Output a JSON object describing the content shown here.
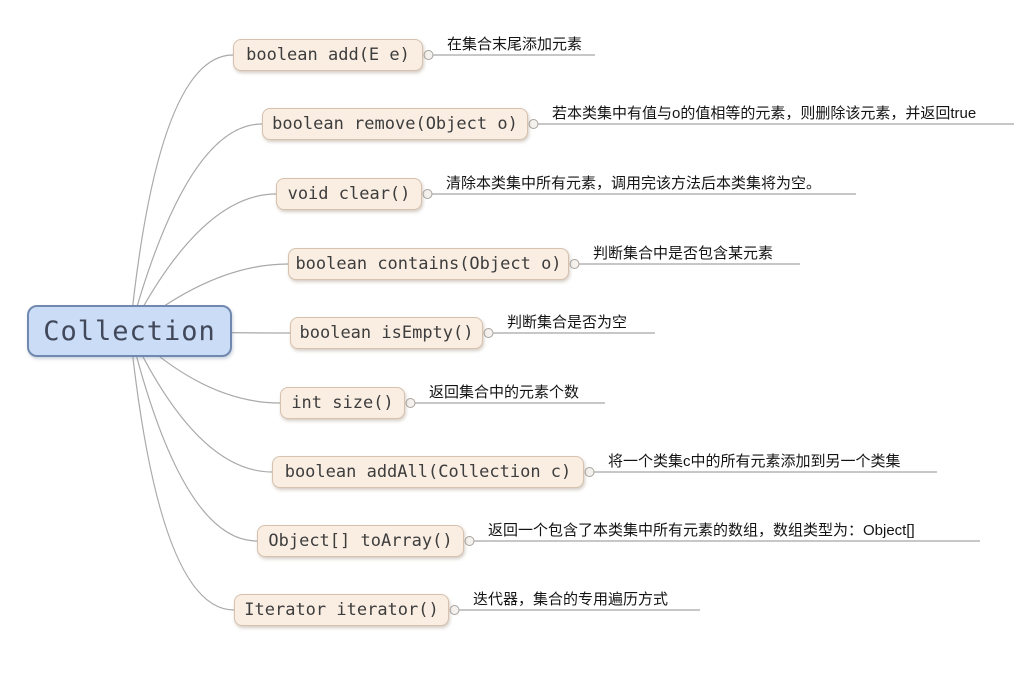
{
  "diagram": {
    "root": {
      "label": "Collection"
    },
    "branches": [
      {
        "id": "add",
        "method": "boolean add(E e)",
        "note": "在集合末尾添加元素"
      },
      {
        "id": "remove",
        "method": "boolean remove(Object o)",
        "note": "若本类集中有值与o的值相等的元素，则删除该元素，并返回true"
      },
      {
        "id": "clear",
        "method": "void clear()",
        "note": "清除本类集中所有元素，调用完该方法后本类集将为空。"
      },
      {
        "id": "contains",
        "method": "boolean contains(Object o)",
        "note": "判断集合中是否包含某元素"
      },
      {
        "id": "isEmpty",
        "method": "boolean isEmpty()",
        "note": "判断集合是否为空"
      },
      {
        "id": "size",
        "method": "int size()",
        "note": "返回集合中的元素个数"
      },
      {
        "id": "addAll",
        "method": "boolean addAll(Collection c)",
        "note": "将一个类集c中的所有元素添加到另一个类集"
      },
      {
        "id": "toArray",
        "method": "Object[] toArray()",
        "note": "返回一个包含了本类集中所有元素的数组，数组类型为：Object[]"
      },
      {
        "id": "iterator",
        "method": "Iterator iterator()",
        "note": "迭代器，集合的专用遍历方式"
      }
    ],
    "colors": {
      "root_fill": "#cbdcf6",
      "root_border": "#7189ae",
      "node_fill": "#faeee3",
      "node_border": "#d5c1ae",
      "connector_line": "#a9a9a9",
      "note_line": "#8f8f8f",
      "code_text": "#3d3d3d",
      "note_text": "#141414"
    }
  }
}
